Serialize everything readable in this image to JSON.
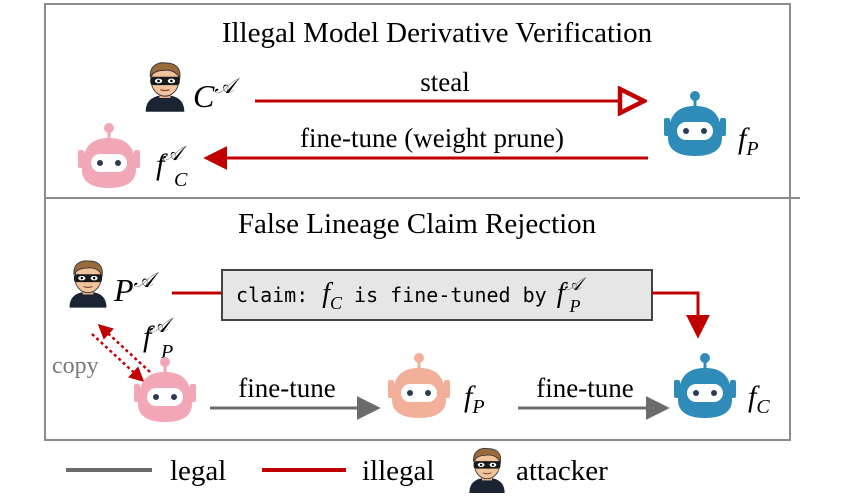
{
  "top": {
    "title": "Illegal Model Derivative Verification",
    "attacker_label_base": "C",
    "attacker_label_sup": "𝒜",
    "edge_steal": "steal",
    "edge_finetune_prune": "fine-tune (weight prune)",
    "robot_fp_base": "f",
    "robot_fp_sub": "P",
    "robot_fca_base": "f",
    "robot_fca_sub": "C",
    "robot_fca_sup": "𝒜"
  },
  "bottom": {
    "title": "False Lineage Claim Rejection",
    "attacker_label_base": "P",
    "attacker_label_sup": "𝒜",
    "claim_prefix": "claim:",
    "claim_f": "f",
    "claim_sub_c": "C",
    "claim_middle": "is fine-tuned by",
    "claim_f2": "f",
    "claim_sub_p": "P",
    "claim_sup": "𝒜",
    "fpa_base": "f",
    "fpa_sub": "P",
    "fpa_sup": "𝒜",
    "copy_label": "copy",
    "finetune_1": "fine-tune",
    "finetune_2": "fine-tune",
    "robot_fp_base": "f",
    "robot_fp_sub": "P",
    "robot_fc_base": "f",
    "robot_fc_sub": "C"
  },
  "legend": {
    "legal": "legal",
    "illegal": "illegal",
    "attacker": "attacker"
  },
  "colors": {
    "legal": "#6b6b6b",
    "illegal": "#c00000",
    "robot_blue": "#2f8bb7",
    "robot_pink": "#f2a7b6",
    "robot_peach": "#f2b09a",
    "frame": "#8c8c8c",
    "claim_box": "#e6e6e6"
  }
}
